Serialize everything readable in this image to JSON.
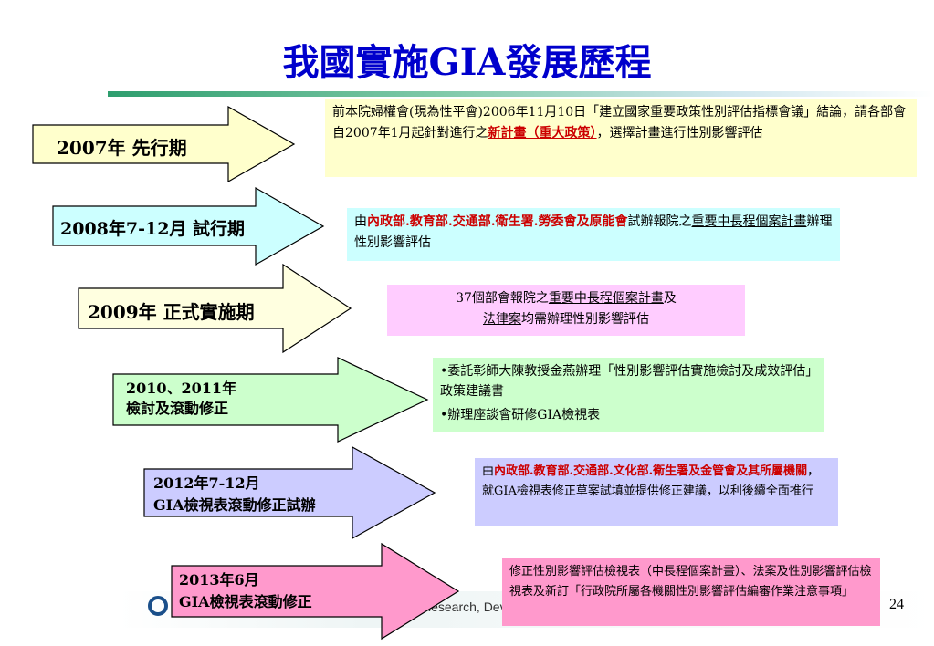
{
  "title": "我國實施GIA發展歷程",
  "footer": {
    "text": "Research, Dev",
    "page": "24"
  },
  "stages": [
    {
      "label": "2007年  先行期",
      "color": "#ffffcc"
    },
    {
      "label": "2008年7-12月 試行期",
      "color": "#ccffff"
    },
    {
      "label": "2009年  正式實施期",
      "color": "#ffffe0"
    },
    {
      "line1": "2010、2011年",
      "line2": "檢討及滾動修正",
      "color": "#ccffcc"
    },
    {
      "line1": "2012年7-12月",
      "line2": "GIA檢視表滾動修正試辦",
      "color": "#ccccff"
    },
    {
      "line1": "2013年6月",
      "line2": "GIA檢視表滾動修正",
      "color": "#ff99cc"
    }
  ],
  "notes": {
    "n1": {
      "t1": "前本院婦權會(現為性平會)2006年11月10日「建立國家重要政策性別評估指標會議」結論，請各部會自2007年1月起針對進行之",
      "t2": "新計畫（重大政策）",
      "t3": "，選擇計畫進行性別影響評估",
      "color": "#ffffcc"
    },
    "n2": {
      "t1": "由",
      "t2": "內政部.教育部.交通部.衛生署.勞委會及原能會",
      "t3": "試辦報院之",
      "t4": "重要中長程個案計畫",
      "t5": "辦理性別影響評估",
      "color": "#ccffff"
    },
    "n3": {
      "t1": "37個部會報院之",
      "t2": "重要中長程個案計畫",
      "t3": "及",
      "t4": "法律案",
      "t5": "均需辦理性別影響評估",
      "color": "#ffccff"
    },
    "n4": {
      "b1": "•委託彰師大陳教授金燕辦理「性別影響評估實施檢討及成效評估」政策建議書",
      "b2": "•辦理座談會研修GIA檢視表",
      "color": "#ccffcc"
    },
    "n5": {
      "t1": "由",
      "t2": "內政部.教育部.交通部.文化部.衛生署及金管會及其所屬機關",
      "t3": "，就GIA檢視表修正草案試填並提供修正建議，以利後續全面推行",
      "color": "#ccccff"
    },
    "n6": {
      "t1": "修正性別影響評估檢視表（中長程個案計畫）、法案及性別影響評估檢視表及新訂「行政院所屬各機關性別影響評估編審作業注意事項」",
      "color": "#ff99cc"
    }
  }
}
